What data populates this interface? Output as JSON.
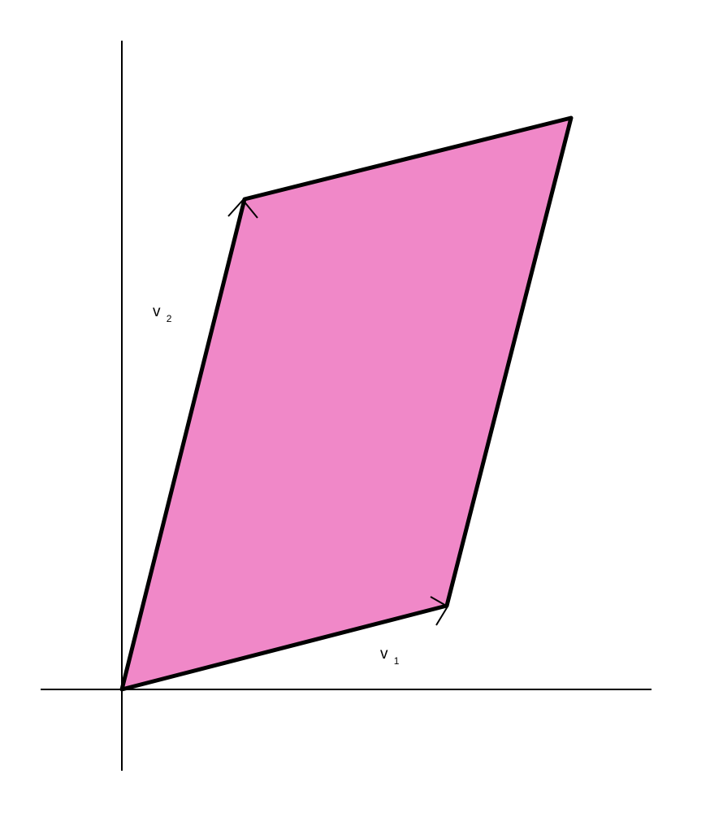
{
  "diagram": {
    "labels": {
      "v1": {
        "base": "v",
        "sub": "1"
      },
      "v2": {
        "base": "v",
        "sub": "2"
      }
    },
    "colors": {
      "fill": "#f088c8",
      "stroke": "#000000",
      "axis": "#000000",
      "background": "#ffffff"
    }
  }
}
